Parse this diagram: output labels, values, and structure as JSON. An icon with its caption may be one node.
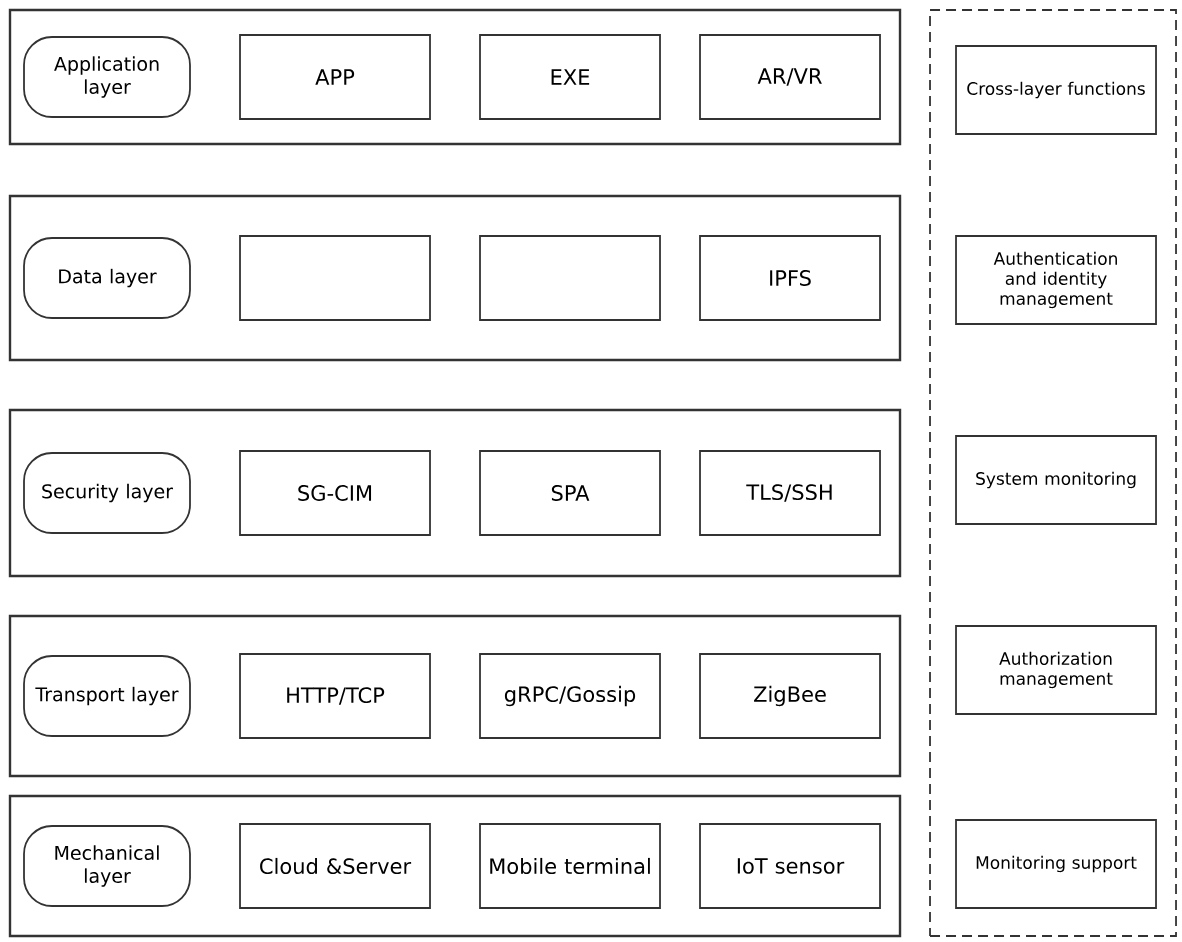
{
  "diagram": {
    "nodes": [
      {
        "text": [],
        "shape": "box"
      },
      {
        "text": [
          "Application layer"
        ],
        "in": 0
      },
      {
        "text": [
          "APP"
        ],
        "in": 0
      },
      {
        "text": [
          "EXE"
        ],
        "in": 0
      },
      {
        "text": [
          "AR/VR"
        ],
        "in": 0
      },
      {
        "text": [],
        "shape": "box"
      },
      {
        "text": [
          "Data layer"
        ],
        "in": 5
      },
      {
        "text": [],
        "shape": "box",
        "in": 5
      },
      {
        "text": [],
        "shape": "box",
        "in": 5
      },
      {
        "text": [
          "IPFS"
        ],
        "in": 5
      },
      {
        "text": [],
        "shape": "box"
      },
      {
        "text": [
          "Security layer"
        ],
        "in": 10
      },
      {
        "text": [
          "SG-CIM"
        ],
        "in": 10
      },
      {
        "text": [
          "SPA"
        ],
        "in": 10
      },
      {
        "text": [
          "TLS/SSH"
        ],
        "in": 10
      },
      {
        "text": [],
        "shape": "box"
      },
      {
        "text": [
          "Transport layer"
        ],
        "in": 15
      },
      {
        "text": [
          "HTTP/TCP"
        ],
        "in": 15
      },
      {
        "text": [
          "gRPC/Gossip"
        ],
        "in": 15
      },
      {
        "text": [
          "ZigBee"
        ],
        "in": 15
      },
      {
        "text": [],
        "shape": "box"
      },
      {
        "text": [
          "Mechanical layer"
        ],
        "in": 20
      },
      {
        "text": [
          "Cloud &Server"
        ],
        "in": 20
      },
      {
        "text": [
          "Mobile terminal"
        ],
        "in": 20
      },
      {
        "text": [
          "IoT sensor"
        ],
        "in": 20
      },
      {
        "text": [],
        "shape": "box"
      },
      {
        "text": [
          "Cross-layer functions"
        ],
        "in": 25
      },
      {
        "text": [
          "Authentication and identity management"
        ],
        "in": 25
      },
      {
        "text": [
          "System monitoring"
        ],
        "in": 25
      },
      {
        "text": [
          "Authorization management"
        ],
        "in": 25
      },
      {
        "text": [
          "Monitoring support"
        ],
        "in": 25
      }
    ]
  }
}
